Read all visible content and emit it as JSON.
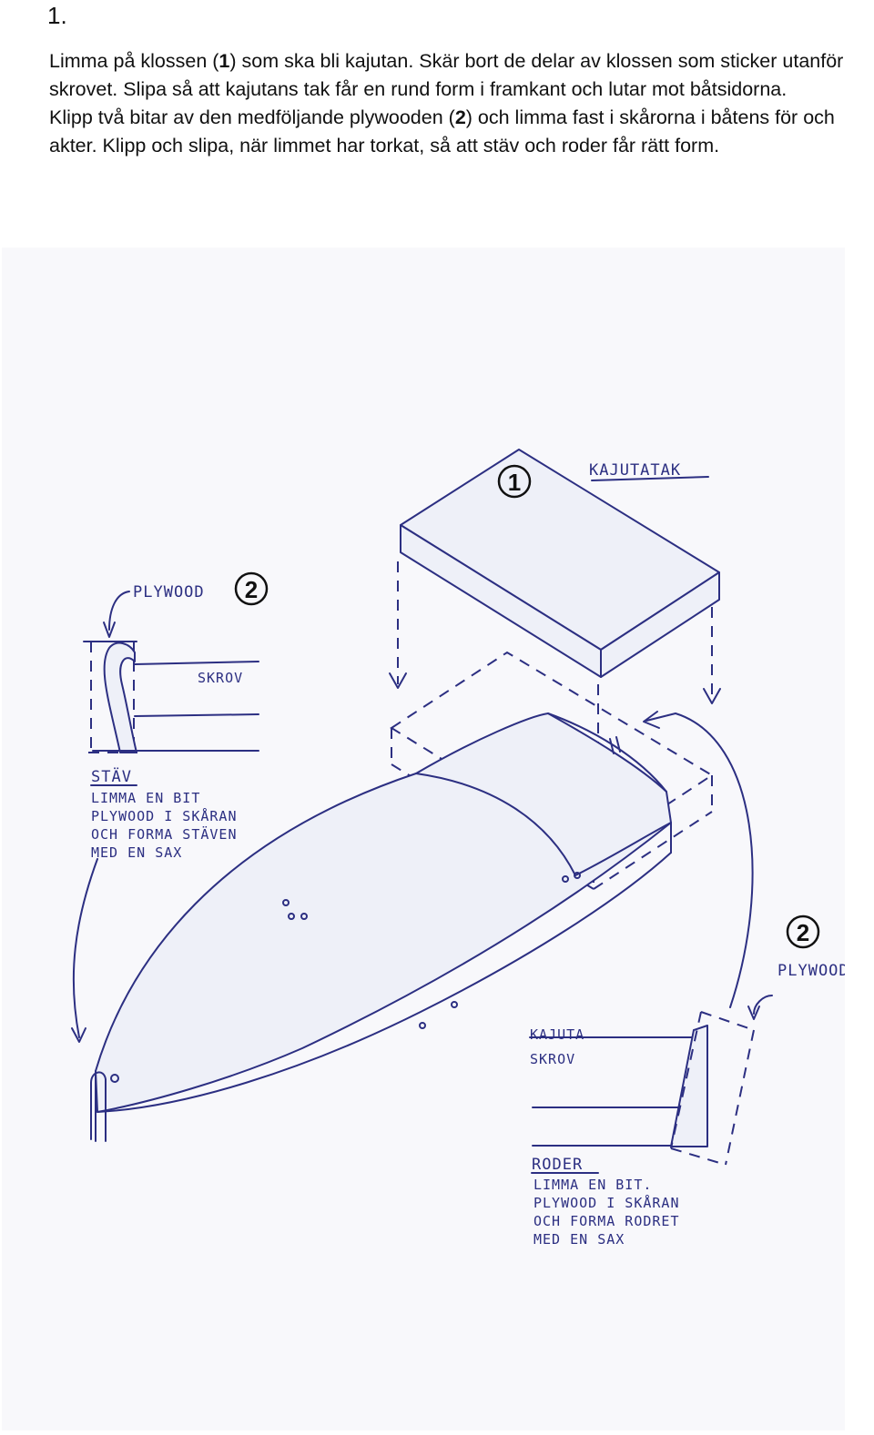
{
  "step_number": "1.",
  "instructions": {
    "p1_a": "Limma på klossen (",
    "p1_b": "1",
    "p1_c": ") som ska bli kajutan. Skär bort de delar av klossen som sticker utanför skrovet. Slipa så att kajutans tak får en rund form i framkant och lutar mot båtsidorna.",
    "p2_a": "Klipp två bitar av den medföljande plywooden (",
    "p2_b": "2",
    "p2_c": ") och limma fast i skårorna i båtens för och akter. Klipp och slipa, när limmet har torkat, så att stäv och roder får rätt form."
  },
  "sketch": {
    "marker_1": "1",
    "marker_2_left": "2",
    "marker_2_right": "2",
    "label_kajutatak": "KAJUTATAK",
    "label_plywood_left": "PLYWOOD",
    "label_skrov_left": "SKROV",
    "stav_title": "STÄV",
    "stav_lines": [
      "LIMMA EN BIT",
      "PLYWOOD I SKÅRAN",
      "OCH FORMA STÄVEN",
      "MED EN SAX"
    ],
    "label_plywood_right": "PLYWOOD",
    "label_kajuta": "KAJUTA",
    "label_skrov_right": "SKROV",
    "roder_title": "RODER",
    "roder_lines": [
      "LIMMA EN BIT.",
      "PLYWOOD I SKÅRAN",
      "OCH FORMA RODRET",
      "MED EN SAX"
    ]
  }
}
